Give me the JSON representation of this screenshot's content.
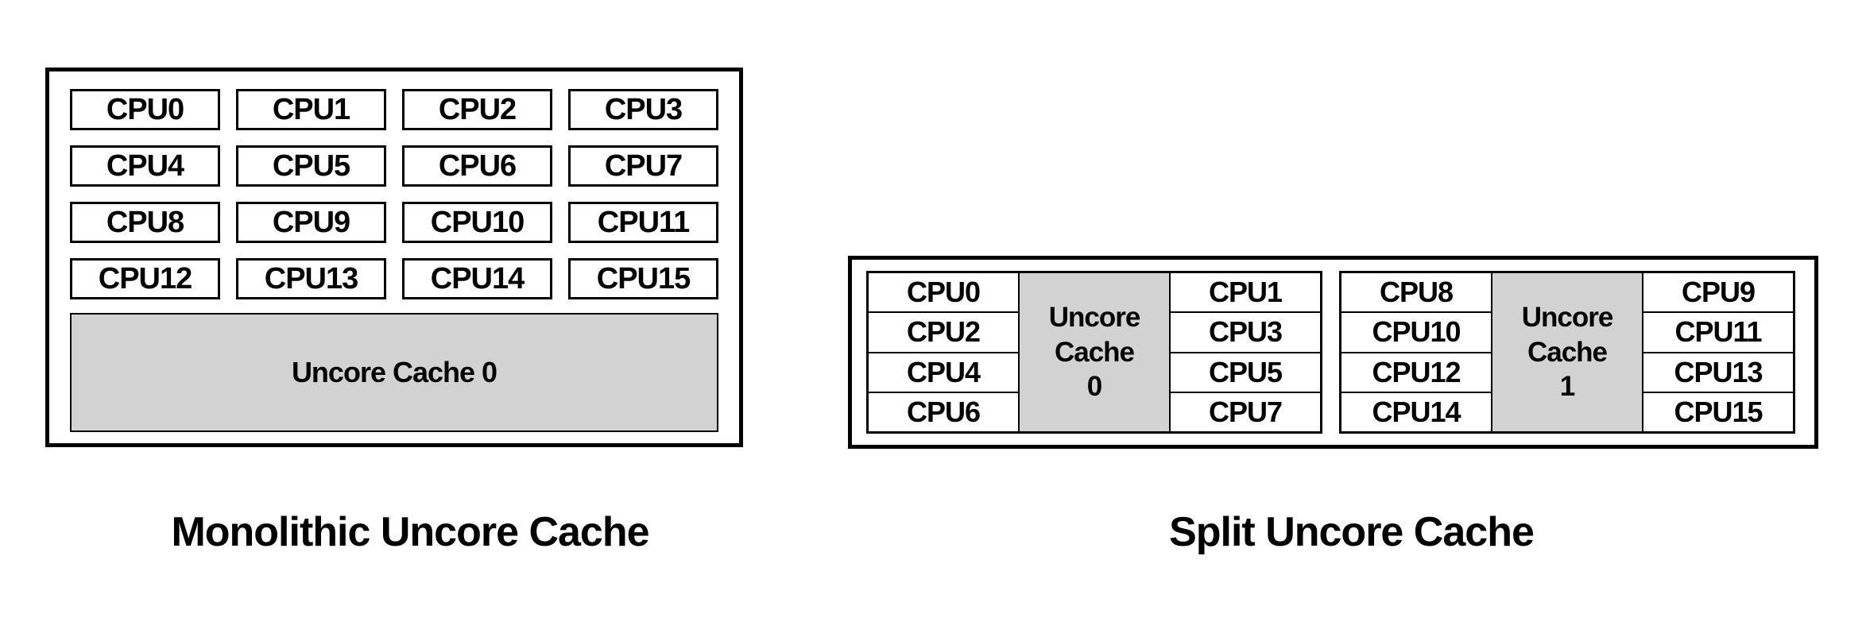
{
  "monolithic": {
    "caption": "Monolithic Uncore Cache",
    "cpus": [
      "CPU0",
      "CPU1",
      "CPU2",
      "CPU3",
      "CPU4",
      "CPU5",
      "CPU6",
      "CPU7",
      "CPU8",
      "CPU9",
      "CPU10",
      "CPU11",
      "CPU12",
      "CPU13",
      "CPU14",
      "CPU15"
    ],
    "uncore_label": "Uncore Cache 0"
  },
  "split": {
    "caption": "Split Uncore Cache",
    "groups": [
      {
        "left_cpus": [
          "CPU0",
          "CPU2",
          "CPU4",
          "CPU6"
        ],
        "uncore_label": "Uncore Cache 0",
        "right_cpus": [
          "CPU1",
          "CPU3",
          "CPU5",
          "CPU7"
        ]
      },
      {
        "left_cpus": [
          "CPU8",
          "CPU10",
          "CPU12",
          "CPU14"
        ],
        "uncore_label": "Uncore Cache 1",
        "right_cpus": [
          "CPU9",
          "CPU11",
          "CPU13",
          "CPU15"
        ]
      }
    ]
  },
  "colors": {
    "background": "#ffffff",
    "border": "#000000",
    "text": "#000000",
    "cache_fill": "#d2d2d2"
  }
}
